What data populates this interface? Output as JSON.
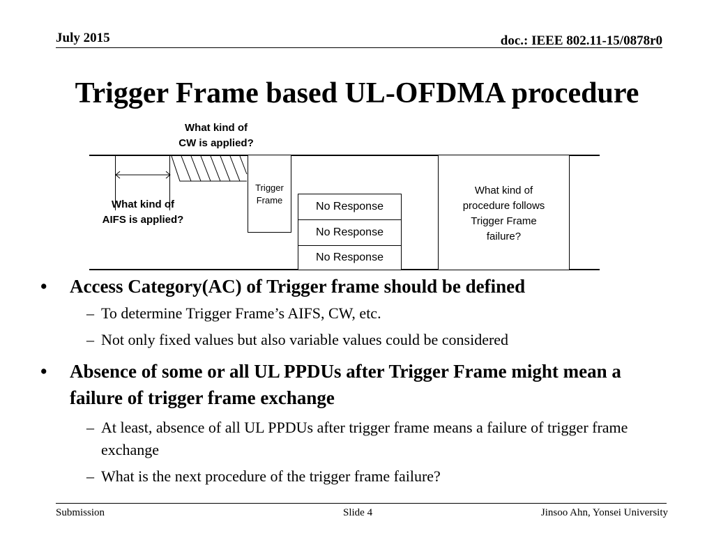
{
  "header": {
    "date": "July 2015",
    "doc": "doc.: IEEE 802.11-15/0878r0"
  },
  "title": "Trigger Frame based UL-OFDMA procedure",
  "diagram": {
    "cw_question": [
      "What kind of",
      "CW is applied?"
    ],
    "aifs_question": [
      "What kind of",
      "AIFS is applied?"
    ],
    "trigger_label": [
      "Trigger",
      "Frame"
    ],
    "responses": [
      "No Response",
      "No Response",
      "No Response"
    ],
    "failure_question": [
      "What kind of",
      "procedure follows",
      "Trigger Frame",
      "failure?"
    ]
  },
  "bullets": [
    {
      "text": "Access Category(AC) of Trigger frame should be defined",
      "subs": [
        "To determine Trigger Frame’s AIFS, CW, etc.",
        "Not only fixed values but also variable values could be considered"
      ]
    },
    {
      "text": "Absence of some or all UL PPDUs after Trigger Frame might mean a failure of trigger frame exchange",
      "subs": [
        "At least, absence of all UL PPDUs after trigger frame means a failure of trigger frame exchange",
        "What is the next procedure of the trigger frame failure?"
      ]
    }
  ],
  "bullet_glyph": "•",
  "dash_glyph": "–",
  "footer": {
    "left": "Submission",
    "center": "Slide 4",
    "right": "Jinsoo Ahn, Yonsei University"
  }
}
